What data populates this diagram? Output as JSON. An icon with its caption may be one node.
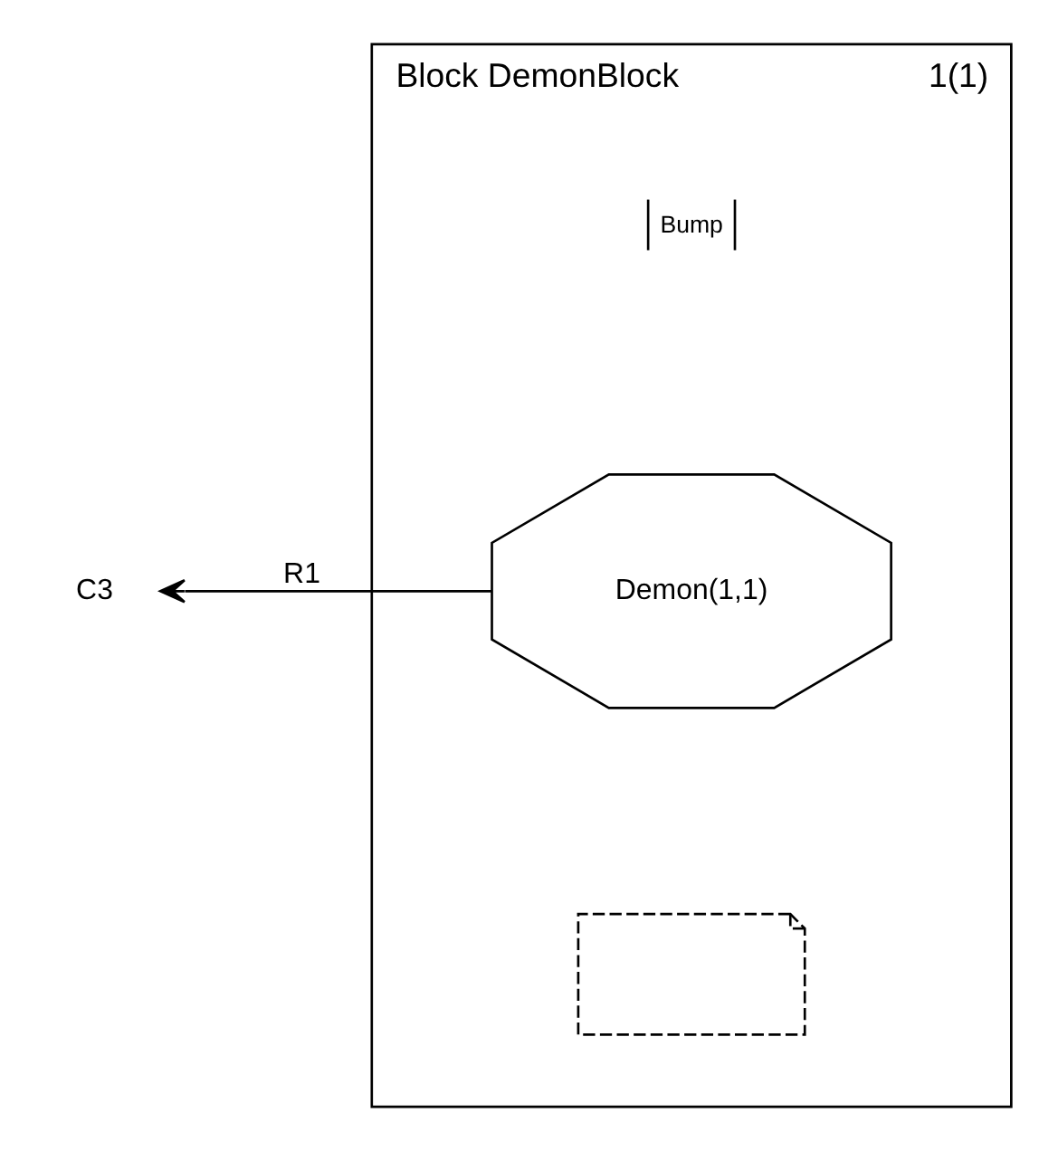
{
  "diagram": {
    "nodes": [
      {
        "text": [
          "Block DemonBlock",
          "1(1)"
        ]
      },
      {
        "text": [],
        "shape": "note",
        "in": 0
      },
      {
        "text": [
          "Demon(1,1)"
        ],
        "in": 0
      },
      {
        "text": [
          "C3"
        ]
      }
    ],
    "edges": [
      {
        "from": 2,
        "to": 3,
        "arrow": "to",
        "label": "R1"
      }
    ],
    "labels": [
      "Bump"
    ]
  }
}
